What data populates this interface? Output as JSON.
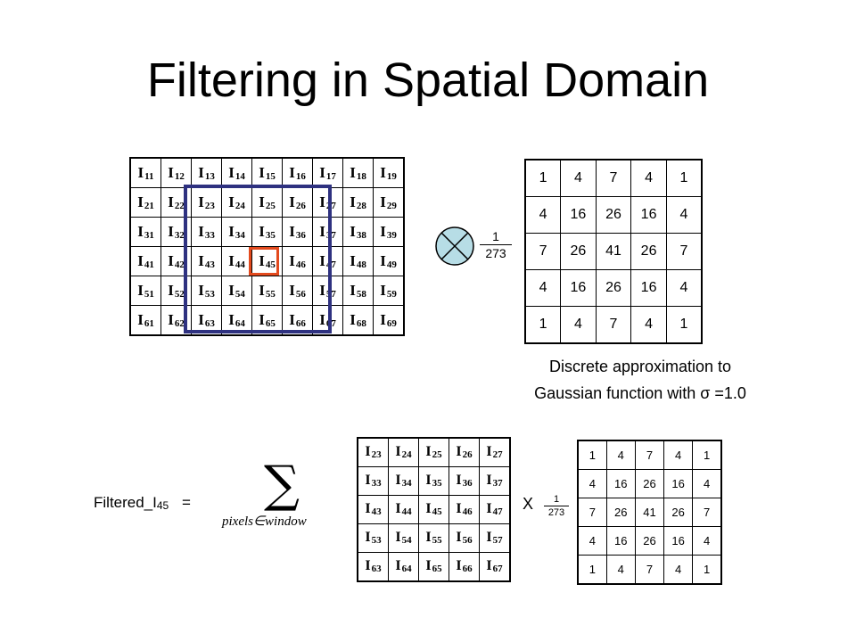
{
  "slide": {
    "title": "Filtering in Spatial Domain"
  },
  "image_grid": {
    "letter": "I",
    "rows": [
      [
        "11",
        "12",
        "13",
        "14",
        "15",
        "16",
        "17",
        "18",
        "19"
      ],
      [
        "21",
        "22",
        "23",
        "24",
        "25",
        "26",
        "27",
        "28",
        "29"
      ],
      [
        "31",
        "32",
        "33",
        "34",
        "35",
        "36",
        "37",
        "38",
        "39"
      ],
      [
        "41",
        "42",
        "43",
        "44",
        "45",
        "46",
        "47",
        "48",
        "49"
      ],
      [
        "51",
        "52",
        "53",
        "54",
        "55",
        "56",
        "57",
        "58",
        "59"
      ],
      [
        "61",
        "62",
        "63",
        "64",
        "65",
        "66",
        "67",
        "68",
        "69"
      ]
    ]
  },
  "window_grid": {
    "letter": "I",
    "rows": [
      [
        "23",
        "24",
        "25",
        "26",
        "27"
      ],
      [
        "33",
        "34",
        "35",
        "36",
        "37"
      ],
      [
        "43",
        "44",
        "45",
        "46",
        "47"
      ],
      [
        "53",
        "54",
        "55",
        "56",
        "57"
      ],
      [
        "63",
        "64",
        "65",
        "66",
        "67"
      ]
    ]
  },
  "kernel": {
    "rows": [
      [
        "1",
        "4",
        "7",
        "4",
        "1"
      ],
      [
        "4",
        "16",
        "26",
        "16",
        "4"
      ],
      [
        "7",
        "26",
        "41",
        "26",
        "7"
      ],
      [
        "4",
        "16",
        "26",
        "16",
        "4"
      ],
      [
        "1",
        "4",
        "7",
        "4",
        "1"
      ]
    ],
    "numerator": "1",
    "denominator": "273"
  },
  "caption": {
    "line1": "Discrete approximation to",
    "line2": "Gaussian function with  σ =1.0"
  },
  "formula": {
    "lhs": "Filtered_I",
    "lhs_sub": "45",
    "equals": "=",
    "sigma": "∑",
    "sum_range": "pixels∈window",
    "times": "X"
  },
  "colors": {
    "window_outline": "#2e3180",
    "center_outline": "#e34a1e",
    "conv_symbol_fill": "#b7dde6"
  },
  "icons": {
    "convolution": "circle-times-icon"
  }
}
